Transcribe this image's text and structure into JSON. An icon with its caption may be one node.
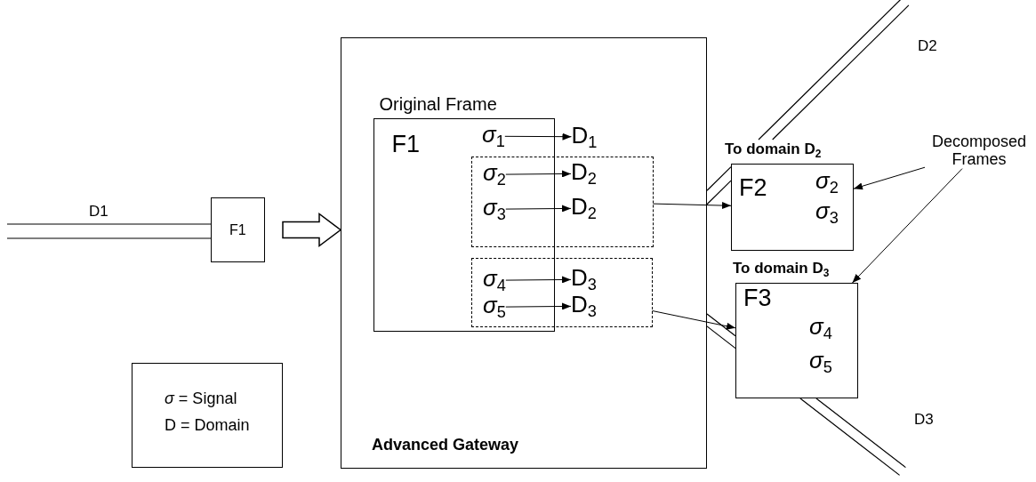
{
  "diagram": {
    "nodes": [
      {
        "text": [
          "Advanced Gateway"
        ]
      },
      {
        "text": [
          "Original Frame",
          "F1"
        ],
        "in": 0
      },
      {
        "text": [],
        "shape": "box",
        "in": 0
      },
      {
        "text": [],
        "shape": "box",
        "in": 0
      },
      {
        "text": [
          "*σ*$_{1}$"
        ],
        "in": 1
      },
      {
        "text": [
          "D$_{1}$"
        ],
        "in": 0
      },
      {
        "text": [
          "*σ*$_{2}$"
        ]
      },
      {
        "text": [
          "D$_{2}$"
        ],
        "in": 2
      },
      {
        "text": [
          "*σ*$_{3}$"
        ]
      },
      {
        "text": [
          "D$_{2}$"
        ],
        "in": 2
      },
      {
        "text": [
          "*σ*$_{4}$"
        ]
      },
      {
        "text": [
          "D$_{3}$"
        ],
        "in": 3
      },
      {
        "text": [
          "*σ*$_{5}$"
        ]
      },
      {
        "text": [
          "D$_{3}$"
        ],
        "in": 3
      },
      {
        "text": [
          "F1"
        ]
      },
      {
        "text": [
          "*σ* = Signal",
          "D = Domain"
        ]
      },
      {
        "text": [
          "To domain D$_{2}$",
          "F2",
          "*σ*$_{2}$",
          "*σ*$_{3}$"
        ]
      },
      {
        "text": [
          "To domain D$_{3}$",
          "F3",
          "*σ*$_{4}$",
          "*σ*$_{5}$"
        ]
      },
      {
        "text": [
          "Decomposed Frames"
        ]
      }
    ],
    "edges": [
      {
        "from": 14,
        "to": 0,
        "arrow": "to",
        "style": "thick"
      },
      {
        "from": 4,
        "to": 5,
        "arrow": "to"
      },
      {
        "from": 6,
        "to": 7,
        "arrow": "to"
      },
      {
        "from": 8,
        "to": 9,
        "arrow": "to"
      },
      {
        "from": 10,
        "to": 11,
        "arrow": "to"
      },
      {
        "from": 12,
        "to": 13,
        "arrow": "to"
      },
      {
        "from": 2,
        "to": 16,
        "arrow": "to"
      },
      {
        "from": 3,
        "to": 17,
        "arrow": "to"
      },
      {
        "from": 18,
        "to": 16,
        "arrow": "to"
      },
      {
        "from": 18,
        "to": 17,
        "arrow": "to"
      },
      {
        "from": null,
        "to": 14,
        "arrow": "none",
        "label": "D1"
      },
      {
        "from": 0,
        "to": 16,
        "arrow": "none"
      },
      {
        "from": 16,
        "to": null,
        "arrow": "none",
        "label": "D2"
      },
      {
        "from": 0,
        "to": 17,
        "arrow": "none"
      },
      {
        "from": 17,
        "to": null,
        "arrow": "none",
        "label": "D3"
      }
    ]
  }
}
